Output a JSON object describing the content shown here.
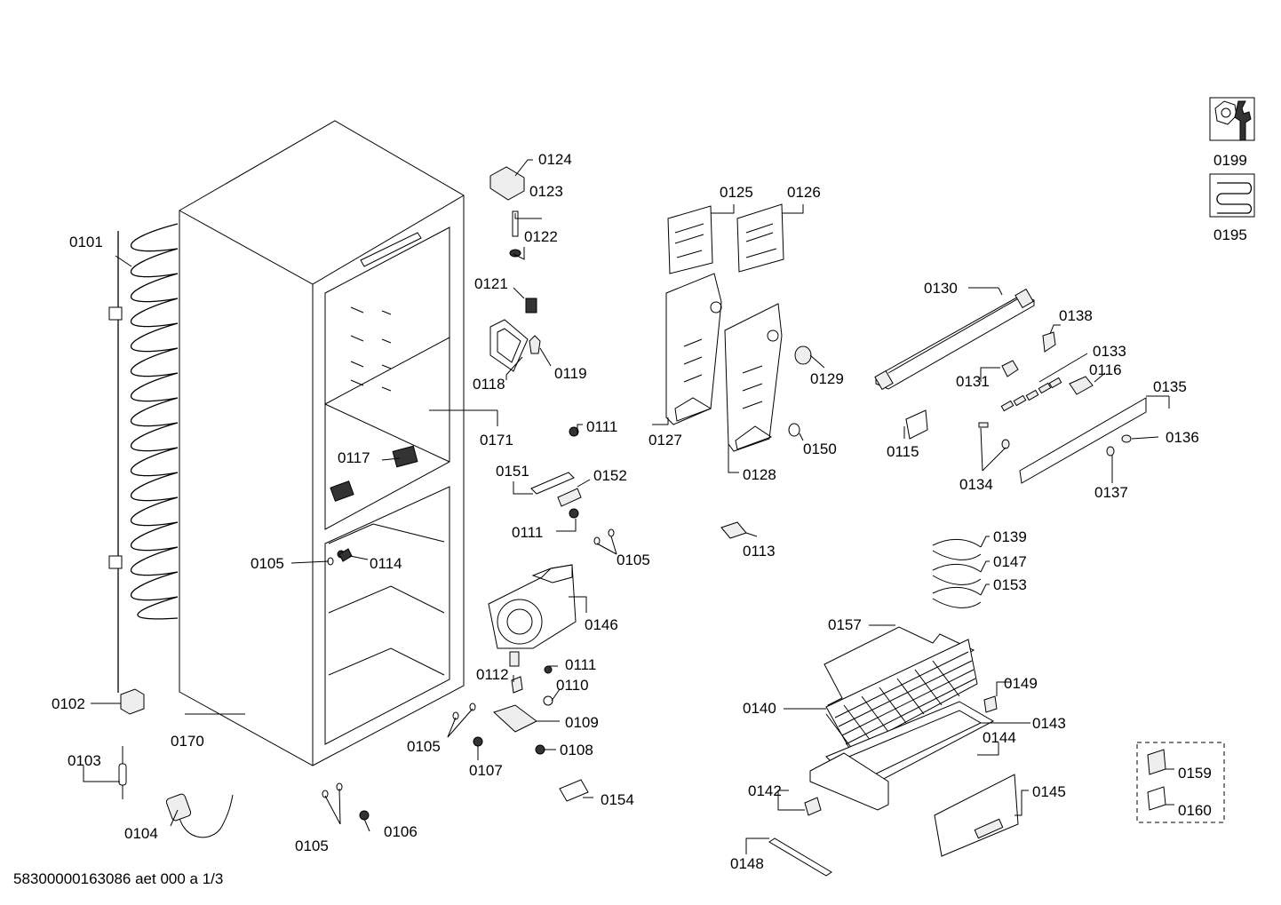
{
  "labels": {
    "l0101": "0101",
    "l0102": "0102",
    "l0103": "0103",
    "l0104": "0104",
    "l0105a": "0105",
    "l0105b": "0105",
    "l0105c": "0105",
    "l0105d": "0105",
    "l0106": "0106",
    "l0107": "0107",
    "l0108": "0108",
    "l0109": "0109",
    "l0110": "0110",
    "l0111a": "0111",
    "l0111b": "0111",
    "l0111c": "0111",
    "l0112": "0112",
    "l0113": "0113",
    "l0114": "0114",
    "l0115": "0115",
    "l0116": "0116",
    "l0117": "0117",
    "l0118": "0118",
    "l0119": "0119",
    "l0121": "0121",
    "l0122": "0122",
    "l0123": "0123",
    "l0124": "0124",
    "l0125": "0125",
    "l0126": "0126",
    "l0127": "0127",
    "l0128": "0128",
    "l0129": "0129",
    "l0130": "0130",
    "l0131": "0131",
    "l0133": "0133",
    "l0134": "0134",
    "l0135": "0135",
    "l0136": "0136",
    "l0137": "0137",
    "l0138": "0138",
    "l0139": "0139",
    "l0140": "0140",
    "l0142": "0142",
    "l0143": "0143",
    "l0144": "0144",
    "l0145": "0145",
    "l0146": "0146",
    "l0147": "0147",
    "l0148": "0148",
    "l0149": "0149",
    "l0150": "0150",
    "l0151": "0151",
    "l0152": "0152",
    "l0153": "0153",
    "l0154": "0154",
    "l0157": "0157",
    "l0159": "0159",
    "l0160": "0160",
    "l0170": "0170",
    "l0171": "0171",
    "l0195": "0195",
    "l0199": "0199"
  },
  "footer": "58300000163086 aet 000 a 1/3",
  "icons": {
    "tool_icon": "wrench-nut-icon",
    "coil_icon": "coil-icon"
  }
}
